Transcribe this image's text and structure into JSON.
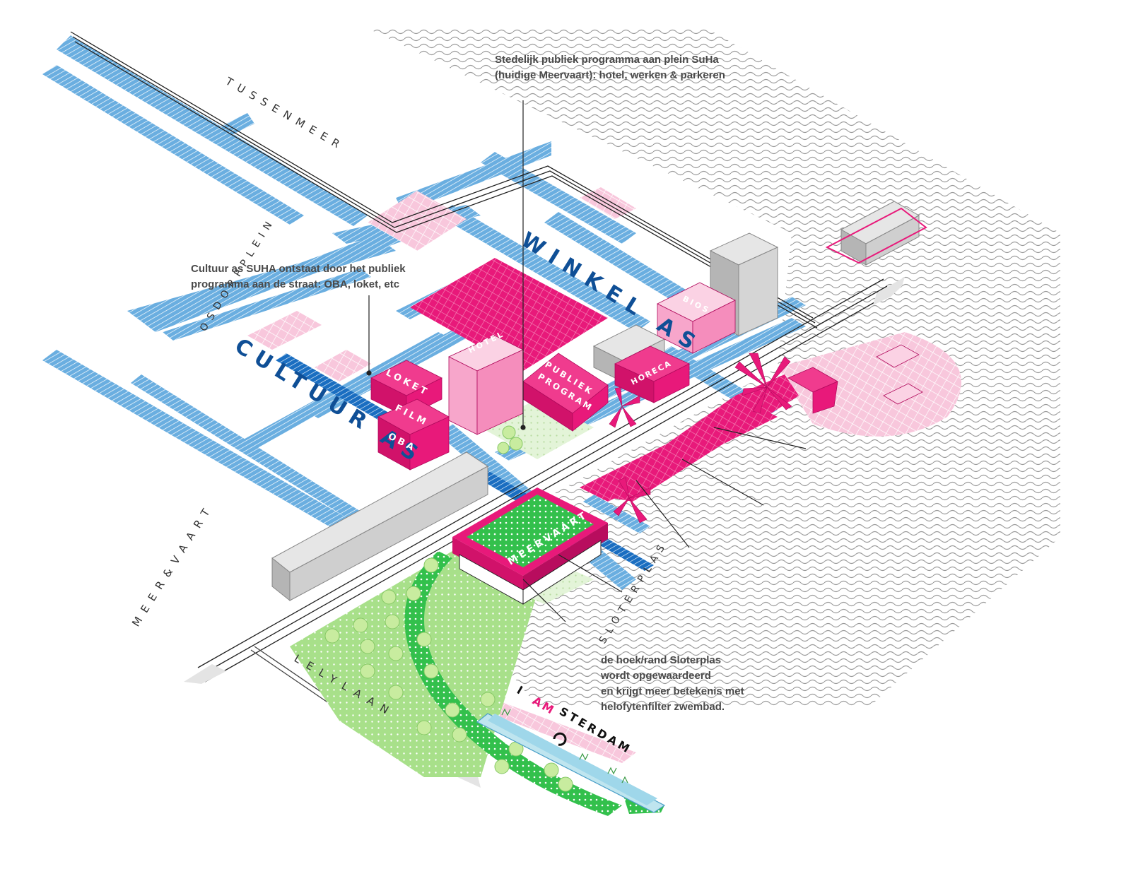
{
  "annotations": {
    "top": [
      "Stedelijk publiek programma aan plein SuHa",
      "(huidige Meervaart): hotel, werken &  parkeren"
    ],
    "left": [
      "Cultuur as SUHA ontstaat door het publiek",
      "programma aan de straat: OBA, loket, etc"
    ],
    "bottom": [
      "de hoek/rand Sloterplas",
      "wordt opgewaardeerd",
      "en krijgt meer betekenis met",
      "helofytenfilter zwembad."
    ]
  },
  "street_labels": {
    "tussenmeer": "TUSSENMEER",
    "osdorpplein": "OSDORPPLEIN",
    "meer_en_vaart": "MEER&VAART",
    "lelylaan": "LELYLAAN",
    "sloterplas": "SLOTERPLAS"
  },
  "axis_labels": {
    "winkel_as": "WINKEL AS",
    "cultuur_as": "CULTUUR AS"
  },
  "building_labels": {
    "loket": "LOKET",
    "film": "FILM",
    "oba": "OBA",
    "hotel": "HOTEL",
    "publiek_1": "PUBLIEK",
    "publiek_2": "PROGRAM",
    "bios": "BIOS",
    "horeca": "HORECA",
    "meervaart": "MEERVAART"
  },
  "iamsterdam": {
    "i": "I",
    "am": "AM",
    "sterdam": "STERDAM"
  },
  "colors": {
    "magenta": "#e8197a",
    "light_pink": "#f7a6cb",
    "blue_stripe": "#6aaee0",
    "dark_blue": "#1a6ec1",
    "green": "#33c04c",
    "light_green": "#a8e08a",
    "grey_block": "#c8c8c8",
    "text": "#4a4a4a"
  }
}
